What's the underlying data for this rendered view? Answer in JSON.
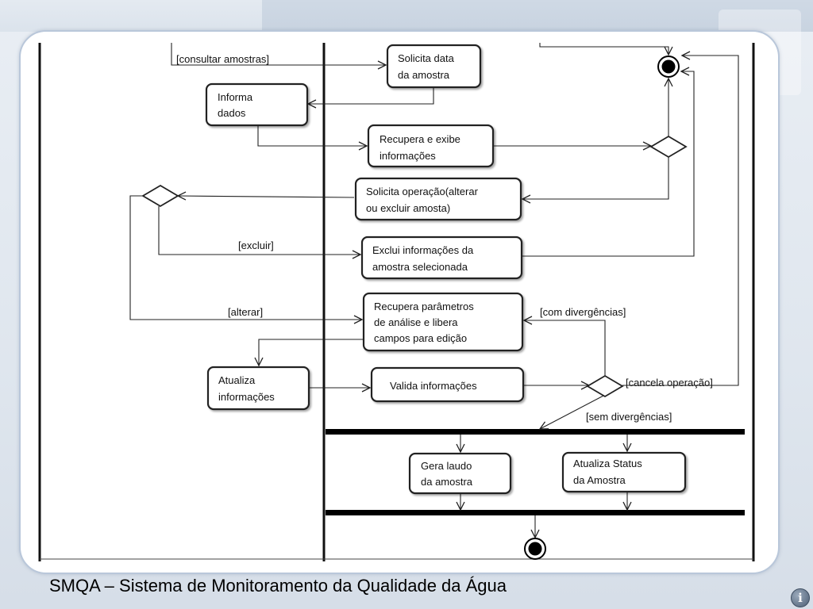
{
  "diagram": {
    "activities": {
      "solicita_data": [
        "Solicita data",
        "da amostra"
      ],
      "informa_dados": [
        "Informa",
        "dados"
      ],
      "recupera_exibe": [
        "Recupera e exibe",
        "informações"
      ],
      "solicita_operacao": [
        "Solicita operação(alterar",
        "ou excluir amosta)"
      ],
      "exclui_informacoes": [
        "Exclui informações da",
        "amostra selecionada"
      ],
      "recupera_parametros": [
        "Recupera parâmetros",
        "de análise e libera",
        "campos para edição"
      ],
      "atualiza_informacoes": [
        "Atualiza",
        "informações"
      ],
      "valida_informacoes": [
        "Valida informações"
      ],
      "gera_laudo": [
        "Gera laudo",
        "da amostra"
      ],
      "atualiza_status": [
        "Atualiza Status",
        "da Amostra"
      ]
    },
    "guards": {
      "consultar_amostras": "[consultar amostras]",
      "excluir": "[excluir]",
      "alterar": "[alterar]",
      "com_divergencias": "[com divergências]",
      "cancela_operacao": "[cancela operação]",
      "sem_divergencias": "[sem divergências]"
    }
  },
  "footer": {
    "title": "SMQA – Sistema de Monitoramento da Qualidade da Água"
  },
  "icons": {
    "info": "info-icon"
  }
}
